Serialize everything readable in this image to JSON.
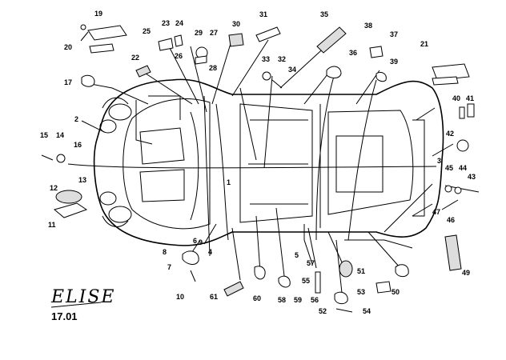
{
  "diagram": {
    "model_logo": "ELISE",
    "page_code": "17.01",
    "callouts": [
      "1",
      "2",
      "3",
      "4",
      "5",
      "6",
      "7",
      "8",
      "9",
      "10",
      "11",
      "12",
      "13",
      "14",
      "15",
      "16",
      "17",
      "19",
      "20",
      "21",
      "22",
      "23",
      "24",
      "25",
      "26",
      "27",
      "28",
      "29",
      "30",
      "31",
      "32",
      "33",
      "34",
      "35",
      "36",
      "37",
      "38",
      "39",
      "40",
      "41",
      "42",
      "43",
      "44",
      "45",
      "46",
      "47",
      "49",
      "50",
      "51",
      "52",
      "53",
      "54",
      "55",
      "56",
      "57",
      "58",
      "59",
      "60",
      "61"
    ]
  }
}
